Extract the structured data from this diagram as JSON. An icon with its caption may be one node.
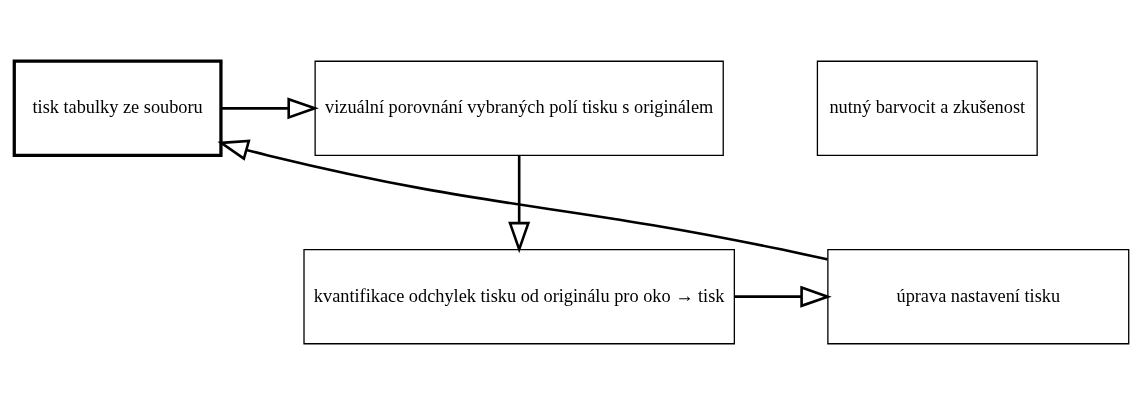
{
  "diagram": {
    "nodes": [
      {
        "text": [
          "tisk tabulky ze souboru"
        ]
      },
      {
        "text": [
          "vizuální porovnání vybraných polí tisku s originálem"
        ]
      },
      {
        "text": [
          "nutný barvocit a zkušenost"
        ]
      },
      {
        "text": [
          "úprava nastavení tisku"
        ]
      },
      {
        "text": [
          "kvantifikace odchylek tisku od originálu pro oko → tisk"
        ]
      }
    ],
    "edges": [
      {
        "from": 0,
        "to": 1,
        "arrow": "to"
      },
      {
        "from": 1,
        "to": 4,
        "arrow": "to"
      },
      {
        "from": 4,
        "to": 3,
        "arrow": "to"
      },
      {
        "from": 3,
        "to": 0,
        "arrow": "to"
      }
    ]
  }
}
